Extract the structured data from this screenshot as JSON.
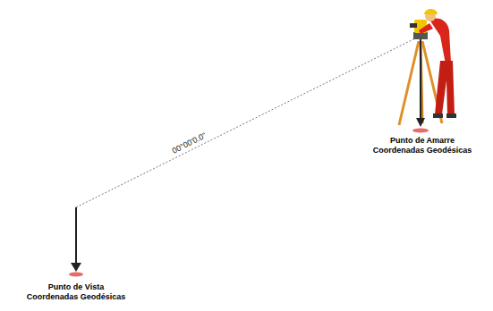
{
  "diagram": {
    "labels": [
      "00°00'0.0\"",
      "Punto de Amarre Coordenadas Geodésicas",
      "Punto de Vista Coordenadas Geodésicas"
    ]
  }
}
